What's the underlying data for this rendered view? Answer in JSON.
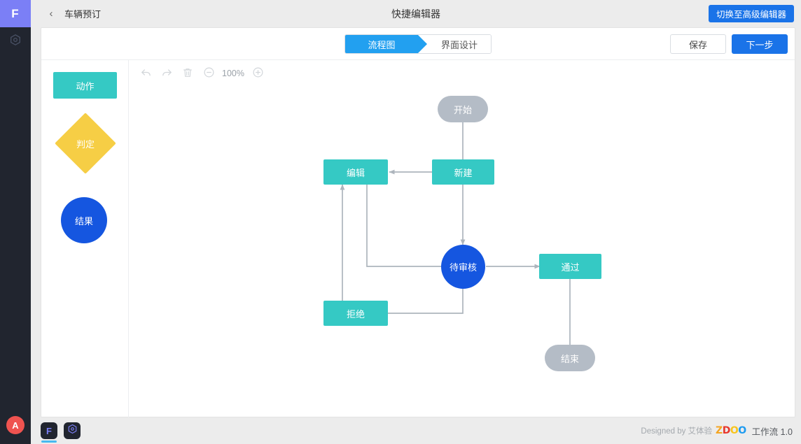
{
  "rail": {
    "logo_text": "F",
    "items": [
      {
        "name": "hexagon-target-icon",
        "label": ""
      }
    ],
    "avatar_initial": "A"
  },
  "topbar": {
    "back_icon": "chevron-left-icon",
    "breadcrumb": "车辆预订",
    "title": "快捷编辑器",
    "advanced_button": "切换至高级编辑器"
  },
  "tabs": [
    {
      "label": "流程图",
      "active": true
    },
    {
      "label": "界面设计",
      "active": false
    }
  ],
  "head_actions": {
    "save_label": "保存",
    "next_label": "下一步"
  },
  "toolbar": {
    "undo": "undo-icon",
    "redo": "redo-icon",
    "delete": "trash-icon",
    "zoom_out": "zoom-out-icon",
    "zoom_level": "100%",
    "zoom_in": "zoom-in-icon"
  },
  "palette": {
    "items": [
      {
        "label": "动作",
        "shape": "rect",
        "color": "#35c9c4"
      },
      {
        "label": "判定",
        "shape": "diamond",
        "color": "#f6ce45"
      },
      {
        "label": "结果",
        "shape": "circle",
        "color": "#1556e0"
      }
    ]
  },
  "flow": {
    "nodes": [
      {
        "id": "start",
        "label": "开始",
        "type": "terminal"
      },
      {
        "id": "new",
        "label": "新建",
        "type": "action"
      },
      {
        "id": "edit",
        "label": "编辑",
        "type": "action"
      },
      {
        "id": "review",
        "label": "待审核",
        "type": "state"
      },
      {
        "id": "pass",
        "label": "通过",
        "type": "action"
      },
      {
        "id": "reject",
        "label": "拒绝",
        "type": "action"
      },
      {
        "id": "end",
        "label": "结束",
        "type": "terminal"
      }
    ],
    "edges": [
      {
        "from": "start",
        "to": "new"
      },
      {
        "from": "new",
        "to": "edit"
      },
      {
        "from": "new",
        "to": "review"
      },
      {
        "from": "edit",
        "to": "review"
      },
      {
        "from": "review",
        "to": "pass"
      },
      {
        "from": "review",
        "to": "reject"
      },
      {
        "from": "reject",
        "to": "edit"
      },
      {
        "from": "pass",
        "to": "end"
      }
    ],
    "edge_color": "#adb5bd"
  },
  "footer": {
    "dock": [
      {
        "name": "app-f-icon",
        "glyph": "F",
        "active": true
      },
      {
        "name": "hexagon-target-icon",
        "glyph": "",
        "active": false
      }
    ],
    "credit": "Designed by 艾体验",
    "brand": "ZDOO",
    "product": "工作流 1.0"
  }
}
